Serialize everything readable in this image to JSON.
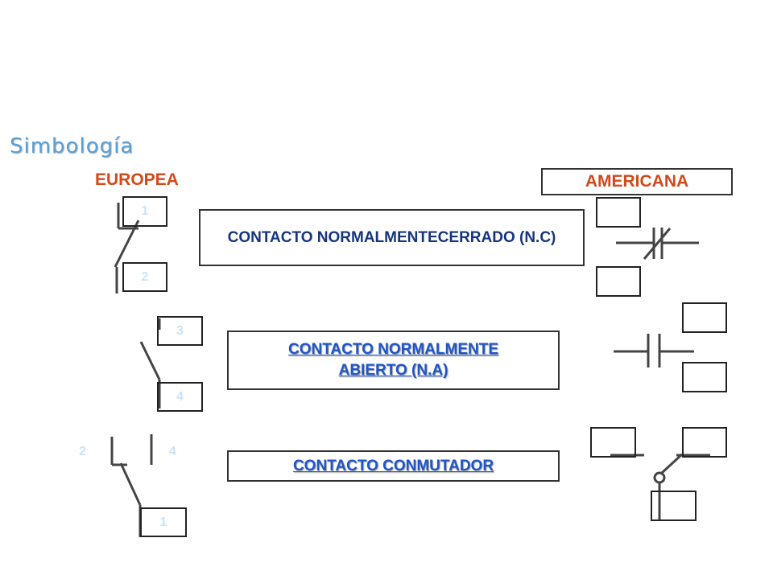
{
  "title": "Simbología",
  "headers": {
    "europea": "EUROPEA",
    "americana": "AMERICANA"
  },
  "contacts": {
    "nc": {
      "line1": "CONTACTO NORMALMENTE",
      "line2": "CERRADO (N.C)"
    },
    "na": {
      "line1": "CONTACTO NORMALMENTE",
      "line2": "ABIERTO (N.A)"
    },
    "conmutador": {
      "label": "CONTACTO CONMUTADOR"
    }
  },
  "terminals": {
    "nc_top": "1",
    "nc_bottom": "2",
    "na_top": "3",
    "na_bottom": "4",
    "cm_left": "2",
    "cm_right": "4",
    "cm_bottom": "1"
  },
  "colors": {
    "title": "#5a9fd4",
    "header": "#d2491a",
    "nc_text": "#17357e",
    "na_text": "#1e56c8",
    "terminal_text": "#c8e3f8",
    "line": "#333333"
  }
}
